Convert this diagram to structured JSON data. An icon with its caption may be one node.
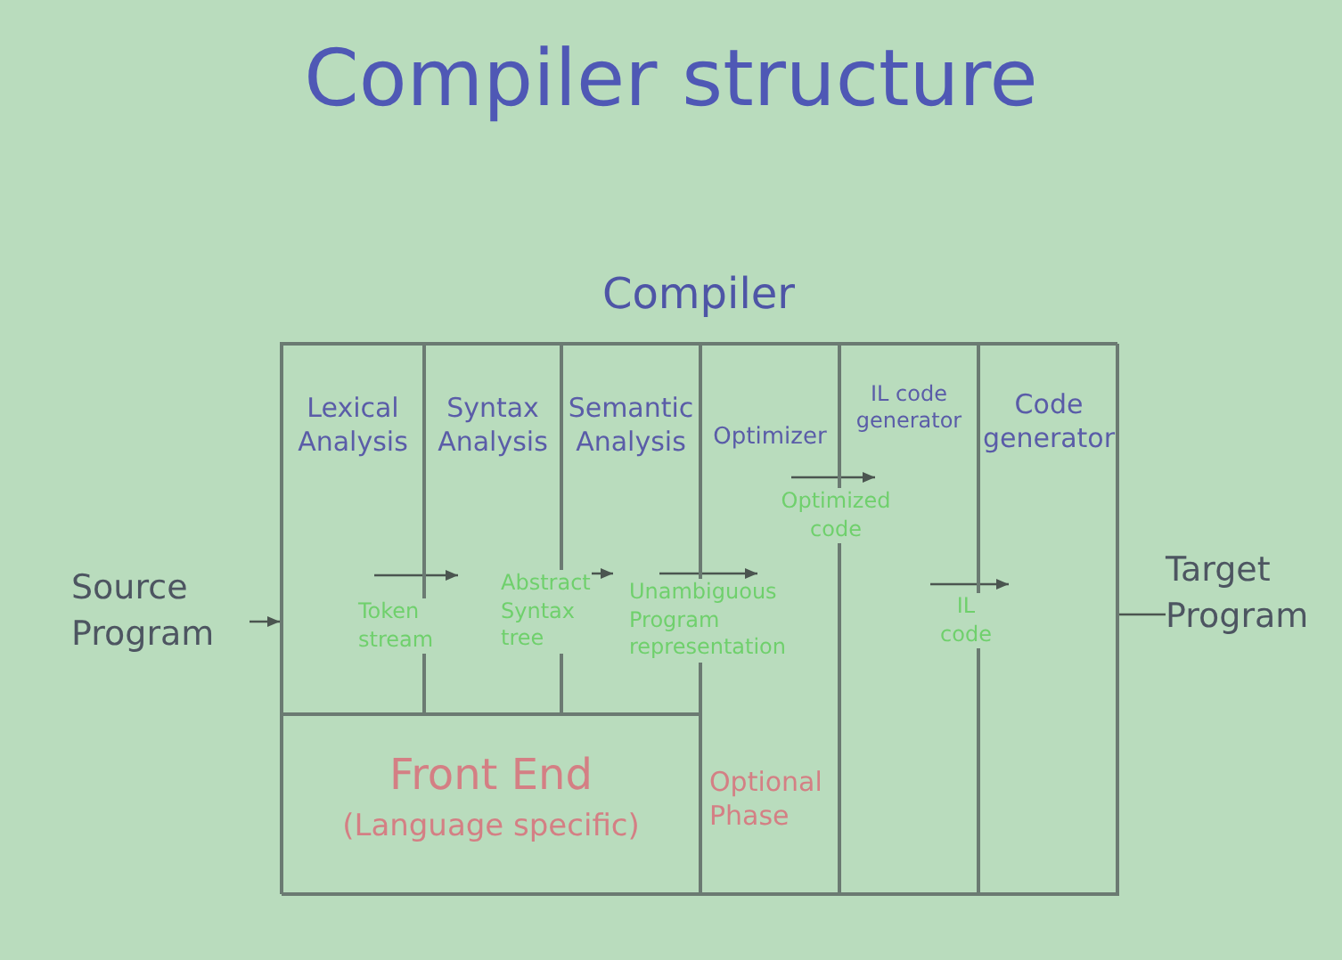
{
  "diagram": {
    "title": "Compiler structure",
    "nodes": [
      {
        "text": [
          "Compiler"
        ]
      },
      {
        "text": [
          "Lexical Analysis"
        ],
        "in": 0
      },
      {
        "text": [
          "Syntax Analysis"
        ],
        "in": 0
      },
      {
        "text": [
          "Semantic Analysis"
        ],
        "in": 0
      },
      {
        "text": [
          "Optimizer",
          "Optional Phase"
        ],
        "in": 0
      },
      {
        "text": [
          "IL code generator"
        ],
        "in": 0
      },
      {
        "text": [
          "Code generator"
        ],
        "in": 0
      },
      {
        "text": [
          "Front End",
          "(Language specific)"
        ],
        "in": 0
      },
      {
        "text": [
          "Source Program"
        ]
      },
      {
        "text": [
          "Target Program"
        ]
      }
    ],
    "edges": [
      {
        "from": 8,
        "to": 0,
        "arrow": "to"
      },
      {
        "from": 1,
        "to": 2,
        "arrow": "to",
        "label": "Token stream"
      },
      {
        "from": 2,
        "to": 3,
        "arrow": "to",
        "label": "Abstract Syntax tree"
      },
      {
        "from": 3,
        "to": 4,
        "arrow": "to",
        "label": "Unambiguous Program representation"
      },
      {
        "from": 4,
        "to": 5,
        "arrow": "to",
        "label": "Optimized code"
      },
      {
        "from": 5,
        "to": 6,
        "arrow": "to",
        "label": "IL code"
      },
      {
        "from": 0,
        "to": 9,
        "arrow": "none"
      }
    ]
  }
}
